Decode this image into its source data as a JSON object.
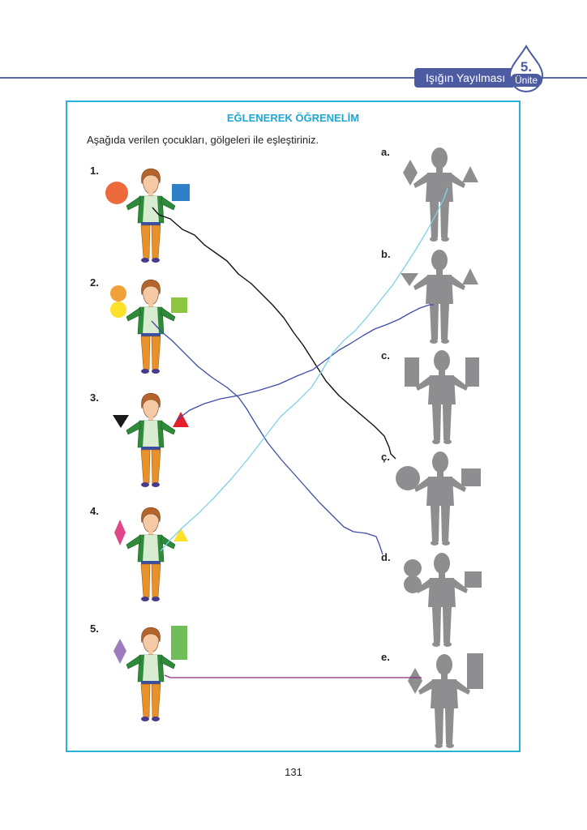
{
  "header": {
    "unit_title": "Işığın Yayılması",
    "unit_number": "5.",
    "unit_word": "Ünite"
  },
  "activity": {
    "title": "EĞLENEREK ÖĞRENELİM",
    "instruction": "Aşağıda verilen çocukları, gölgeleri ile eşleştiriniz."
  },
  "children": [
    {
      "number": "1.",
      "left_shape": "circle-orange",
      "right_shape": "square-blue"
    },
    {
      "number": "2.",
      "left_shape": "two-circles-orange-yellow",
      "right_shape": "square-green"
    },
    {
      "number": "3.",
      "left_shape": "triangle-down-black",
      "right_shape": "triangle-red"
    },
    {
      "number": "4.",
      "left_shape": "diamond-pink",
      "right_shape": "triangle-yellow"
    },
    {
      "number": "5.",
      "left_shape": "diamond-purple",
      "right_shape": "tall-rectangle-green"
    }
  ],
  "shadows": [
    {
      "letter": "a.",
      "left_shape": "diamond",
      "right_shape": "triangle"
    },
    {
      "letter": "b.",
      "left_shape": "triangle-down",
      "right_shape": "triangle"
    },
    {
      "letter": "c.",
      "left_shape": "tall-rectangle",
      "right_shape": "tall-rectangle"
    },
    {
      "letter": "ç.",
      "left_shape": "circle",
      "right_shape": "square"
    },
    {
      "letter": "d.",
      "left_shape": "two-circles",
      "right_shape": "square"
    },
    {
      "letter": "e.",
      "left_shape": "diamond",
      "right_shape": "tall-rectangle"
    }
  ],
  "page_number": "131",
  "colors": {
    "accent_blue": "#4d5ba3",
    "frame_cyan": "#29b2d8",
    "shadow_gray": "#8e8e90",
    "line_black": "#111111",
    "line_light_blue": "#7fd0ea",
    "line_dark_blue": "#3f4ca8",
    "line_purple": "#8a2f7a"
  }
}
